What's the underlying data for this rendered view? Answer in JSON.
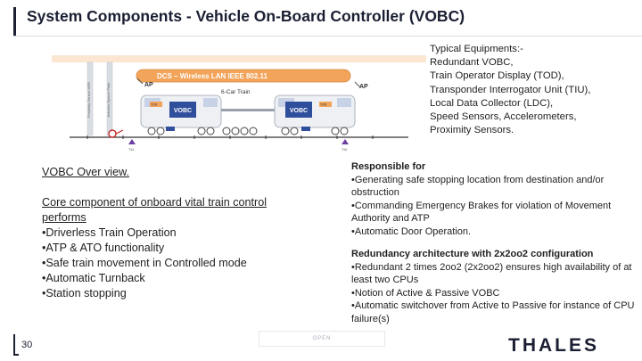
{
  "slide": {
    "title": "System Components - Vehicle On-Board Controller (VOBC)",
    "page_number": "30",
    "footer_center": "OPEN",
    "logo_text": "THALES"
  },
  "diagram": {
    "dcs_label": "DCS – Wireless LAN IEEE 802.11",
    "train_label": "6-Car Train",
    "ap_left": "AP",
    "ap_right": "AP",
    "vobc_left": "VOBC",
    "vobc_right": "VOBC",
    "tod_left": "TOD",
    "tod_right": "TOD",
    "tiu_left": "TIU",
    "tiu_right": "TIU",
    "pole_left": "Proximity Sensor MSR",
    "pole_right": "Antenna Spacer Plate"
  },
  "equipments": {
    "heading": "Typical Equipments:-",
    "items": [
      "Redundant VOBC,",
      "Train Operator Display (TOD),",
      "Transponder Interrogator Unit (TIU),",
      "Local Data Collector (LDC),",
      "Speed Sensors, Accelerometers,",
      "Proximity Sensors."
    ]
  },
  "overview": {
    "heading": "VOBC Over view.",
    "subheading_line1": "Core component of onboard vital train control",
    "subheading_line2": "performs",
    "bullets": [
      "•Driverless Train Operation",
      "•ATP & ATO functionality",
      "•Safe train movement in Controlled mode",
      "•Automatic Turnback",
      "•Station stopping"
    ]
  },
  "responsibilities": {
    "heading": "Responsible for",
    "bullets": [
      "•Generating safe stopping location from destination and/or obstruction",
      "•Commanding Emergency Brakes for violation of Movement Authority and ATP",
      "•Automatic Door Operation."
    ]
  },
  "redundancy": {
    "heading": "Redundancy architecture with 2x2oo2 configuration",
    "bullets": [
      "•Redundant 2 times 2oo2 (2x2oo2) ensures high availability of at least two CPUs",
      "•Notion of Active & Passive VOBC",
      "•Automatic switchover from Active to Passive for instance of CPU failure(s)"
    ]
  },
  "colors": {
    "brand_navy": "#1b1f33",
    "dcs_orange": "#f2a45a",
    "vobc_blue": "#2f4e9c"
  }
}
